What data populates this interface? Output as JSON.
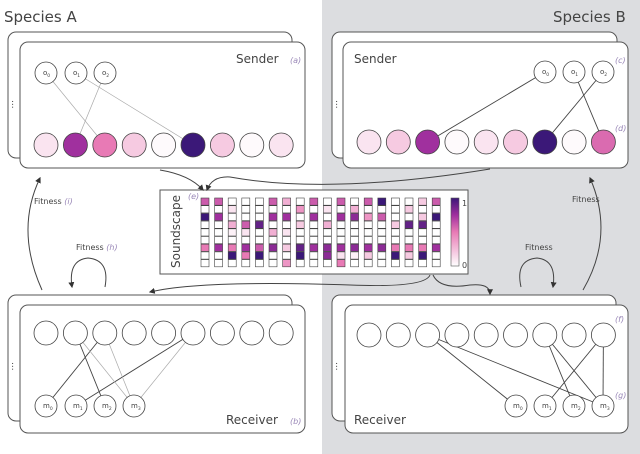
{
  "species_a": {
    "title": "Species A"
  },
  "species_b": {
    "title": "Species B"
  },
  "sender_a": {
    "label": "Sender",
    "tag": "(a)",
    "outputs": [
      "o0",
      "o1",
      "o2"
    ],
    "units": [
      0.1,
      0.75,
      0.5,
      0.2,
      0.02,
      1,
      0.2,
      0.02,
      0.1
    ],
    "links": [
      [
        0,
        2
      ],
      [
        1,
        5
      ],
      [
        2,
        1
      ]
    ]
  },
  "sender_b": {
    "label": "Sender",
    "tag_outputs": "(c)",
    "tag_units": "(d)",
    "outputs": [
      "o0",
      "o1",
      "o2"
    ],
    "units": [
      0.1,
      0.2,
      0.75,
      0.02,
      0.1,
      0.2,
      1,
      0.02,
      0.55
    ],
    "links": [
      [
        0,
        2
      ],
      [
        1,
        8
      ],
      [
        2,
        6
      ]
    ]
  },
  "receiver_a": {
    "label": "Receiver",
    "tag": "(b)",
    "inputs": [
      "m0",
      "m1",
      "m2",
      "m3"
    ],
    "links_strong": [
      [
        2,
        0
      ],
      [
        1,
        2
      ],
      [
        5,
        1
      ]
    ],
    "links_weak": [
      [
        1,
        3
      ],
      [
        2,
        3
      ],
      [
        5,
        3
      ]
    ]
  },
  "receiver_b": {
    "label": "Receiver",
    "tag_units": "(f)",
    "tag_inputs": "(g)",
    "inputs": [
      "m0",
      "m1",
      "m2",
      "m3"
    ],
    "links_strong": [
      [
        2,
        0
      ],
      [
        2,
        3
      ],
      [
        6,
        2
      ],
      [
        6,
        3
      ],
      [
        8,
        1
      ],
      [
        8,
        3
      ]
    ],
    "links_weak": []
  },
  "soundscape": {
    "label": "Soundscape",
    "tag": "(e)",
    "scale_max": "1",
    "scale_min": "0",
    "grid": [
      [
        0.6,
        0,
        1,
        0,
        0,
        0,
        0.5,
        0,
        0
      ],
      [
        0.6,
        0,
        0.75,
        0,
        0,
        0,
        0.75,
        0,
        0
      ],
      [
        0,
        0.1,
        0,
        0.3,
        0.05,
        0,
        0.5,
        1,
        0
      ],
      [
        0,
        0,
        0,
        0.6,
        0.1,
        0,
        0.75,
        0.5,
        0
      ],
      [
        0,
        0,
        0,
        0.9,
        0,
        0,
        0.6,
        1,
        0
      ],
      [
        0.6,
        0,
        0.75,
        0,
        0.3,
        0,
        0.8,
        0,
        0
      ],
      [
        0.3,
        0,
        0.75,
        0,
        0.1,
        0,
        0.2,
        0,
        0.4
      ],
      [
        0,
        0.4,
        0,
        0.2,
        0,
        0,
        0.9,
        1,
        0
      ],
      [
        0.6,
        0,
        0.75,
        0,
        0,
        0,
        0.75,
        0,
        0
      ],
      [
        0,
        0.1,
        0,
        0.3,
        0,
        0,
        0.8,
        0.8,
        0
      ],
      [
        0.6,
        0,
        0.75,
        0,
        0,
        0,
        0.75,
        0.1,
        0.5
      ],
      [
        0,
        0.3,
        0.8,
        0,
        0,
        0,
        0.8,
        0.05,
        0
      ],
      [
        0.6,
        0,
        0.4,
        0,
        0,
        0,
        0.75,
        0.2,
        0
      ],
      [
        1,
        0,
        0.6,
        0,
        0,
        0,
        0.8,
        0,
        0
      ],
      [
        0,
        0,
        0,
        0.2,
        0,
        0,
        0.5,
        1,
        0
      ],
      [
        0,
        0.2,
        0,
        0.9,
        0,
        0,
        0.5,
        0.2,
        0
      ],
      [
        0.2,
        0,
        0.2,
        0.9,
        0,
        0,
        0.5,
        1,
        0
      ],
      [
        0.6,
        0,
        1,
        0,
        0,
        0,
        0.75,
        0,
        0
      ]
    ]
  },
  "fitness": {
    "a_receiver_to_sender": "Fitness",
    "a_rs_tag": "(i)",
    "a_loop": "Fitness",
    "a_loop_tag": "(h)",
    "b_receiver_to_sender": "Fitness",
    "b_loop": "Fitness"
  },
  "ellipsis": "...",
  "colors": {
    "bg_b": "#dcdde0",
    "c0": "#ffffff",
    "c50": "#e87ab5",
    "c75": "#a0309e",
    "c100": "#3b1878"
  }
}
